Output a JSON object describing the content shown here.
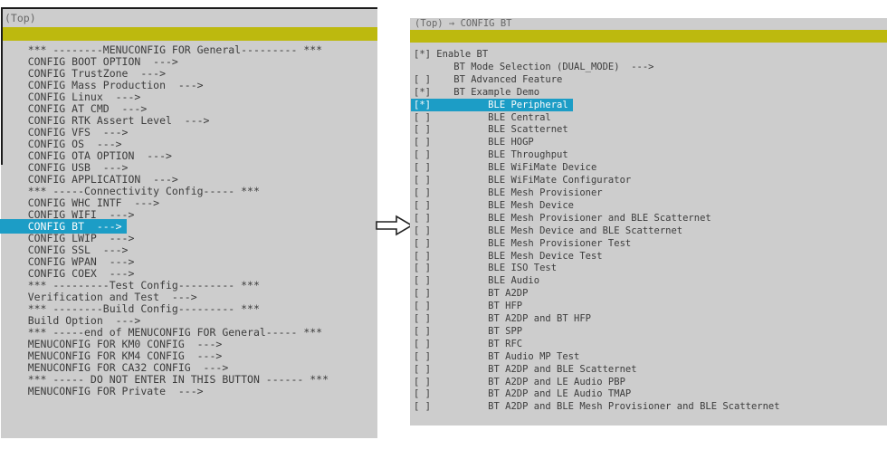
{
  "colors": {
    "panel_background": "#cdcdcd",
    "selection_bar_yellow": "#bdb90e",
    "highlight_blue": "#1c9dc6",
    "text": "#3c3c3c",
    "breadcrumb_text": "#686868"
  },
  "left_panel": {
    "breadcrumb": "(Top)",
    "items": [
      {
        "text": "    *** --------MENUCONFIG FOR General--------- ***",
        "selected": false
      },
      {
        "text": "    CONFIG BOOT OPTION  --->",
        "selected": false
      },
      {
        "text": "    CONFIG TrustZone  --->",
        "selected": false
      },
      {
        "text": "    CONFIG Mass Production  --->",
        "selected": false
      },
      {
        "text": "    CONFIG Linux  --->",
        "selected": false
      },
      {
        "text": "    CONFIG AT CMD  --->",
        "selected": false
      },
      {
        "text": "    CONFIG RTK Assert Level  --->",
        "selected": false
      },
      {
        "text": "    CONFIG VFS  --->",
        "selected": false
      },
      {
        "text": "    CONFIG OS  --->",
        "selected": false
      },
      {
        "text": "    CONFIG OTA OPTION  --->",
        "selected": false
      },
      {
        "text": "    CONFIG USB  --->",
        "selected": false
      },
      {
        "text": "    CONFIG APPLICATION  --->",
        "selected": false
      },
      {
        "text": "    *** -----Connectivity Config----- ***",
        "selected": false
      },
      {
        "text": "    CONFIG WHC INTF  --->",
        "selected": false
      },
      {
        "text": "    CONFIG WIFI  --->",
        "selected": false
      },
      {
        "text": "    CONFIG BT  --->",
        "selected": true
      },
      {
        "text": "    CONFIG LWIP  --->",
        "selected": false
      },
      {
        "text": "    CONFIG SSL  --->",
        "selected": false
      },
      {
        "text": "    CONFIG WPAN  --->",
        "selected": false
      },
      {
        "text": "    CONFIG COEX  --->",
        "selected": false
      },
      {
        "text": "    *** ---------Test Config--------- ***",
        "selected": false
      },
      {
        "text": "    Verification and Test  --->",
        "selected": false
      },
      {
        "text": "    *** --------Build Config--------- ***",
        "selected": false
      },
      {
        "text": "    Build Option  --->",
        "selected": false
      },
      {
        "text": "    *** -----end of MENUCONFIG FOR General----- ***",
        "selected": false
      },
      {
        "text": "    MENUCONFIG FOR KM0 CONFIG  --->",
        "selected": false
      },
      {
        "text": "    MENUCONFIG FOR KM4 CONFIG  --->",
        "selected": false
      },
      {
        "text": "    MENUCONFIG FOR CA32 CONFIG  --->",
        "selected": false
      },
      {
        "text": "    *** ----- DO NOT ENTER IN THIS BUTTON ------ ***",
        "selected": false
      },
      {
        "text": "    MENUCONFIG FOR Private  --->",
        "selected": false
      }
    ]
  },
  "arrow": {
    "icon": "hollow-right-arrow"
  },
  "right_panel": {
    "breadcrumb": "(Top) → CONFIG BT",
    "items": [
      {
        "text": "[*] Enable BT",
        "selected": false
      },
      {
        "text": "       BT Mode Selection (DUAL_MODE)  --->",
        "selected": false
      },
      {
        "text": "[ ]    BT Advanced Feature",
        "selected": false
      },
      {
        "text": "[*]    BT Example Demo",
        "selected": false
      },
      {
        "text": "[*]          BLE Peripheral",
        "selected": true
      },
      {
        "text": "[ ]          BLE Central",
        "selected": false
      },
      {
        "text": "[ ]          BLE Scatternet",
        "selected": false
      },
      {
        "text": "[ ]          BLE HOGP",
        "selected": false
      },
      {
        "text": "[ ]          BLE Throughput",
        "selected": false
      },
      {
        "text": "[ ]          BLE WiFiMate Device",
        "selected": false
      },
      {
        "text": "[ ]          BLE WiFiMate Configurator",
        "selected": false
      },
      {
        "text": "[ ]          BLE Mesh Provisioner",
        "selected": false
      },
      {
        "text": "[ ]          BLE Mesh Device",
        "selected": false
      },
      {
        "text": "[ ]          BLE Mesh Provisioner and BLE Scatternet",
        "selected": false
      },
      {
        "text": "[ ]          BLE Mesh Device and BLE Scatternet",
        "selected": false
      },
      {
        "text": "[ ]          BLE Mesh Provisioner Test",
        "selected": false
      },
      {
        "text": "[ ]          BLE Mesh Device Test",
        "selected": false
      },
      {
        "text": "[ ]          BLE ISO Test",
        "selected": false
      },
      {
        "text": "[ ]          BLE Audio",
        "selected": false
      },
      {
        "text": "[ ]          BT A2DP",
        "selected": false
      },
      {
        "text": "[ ]          BT HFP",
        "selected": false
      },
      {
        "text": "[ ]          BT A2DP and BT HFP",
        "selected": false
      },
      {
        "text": "[ ]          BT SPP",
        "selected": false
      },
      {
        "text": "[ ]          BT RFC",
        "selected": false
      },
      {
        "text": "[ ]          BT Audio MP Test",
        "selected": false
      },
      {
        "text": "[ ]          BT A2DP and BLE Scatternet",
        "selected": false
      },
      {
        "text": "[ ]          BT A2DP and LE Audio PBP",
        "selected": false
      },
      {
        "text": "[ ]          BT A2DP and LE Audio TMAP",
        "selected": false
      },
      {
        "text": "[ ]          BT A2DP and BLE Mesh Provisioner and BLE Scatternet",
        "selected": false
      }
    ]
  }
}
